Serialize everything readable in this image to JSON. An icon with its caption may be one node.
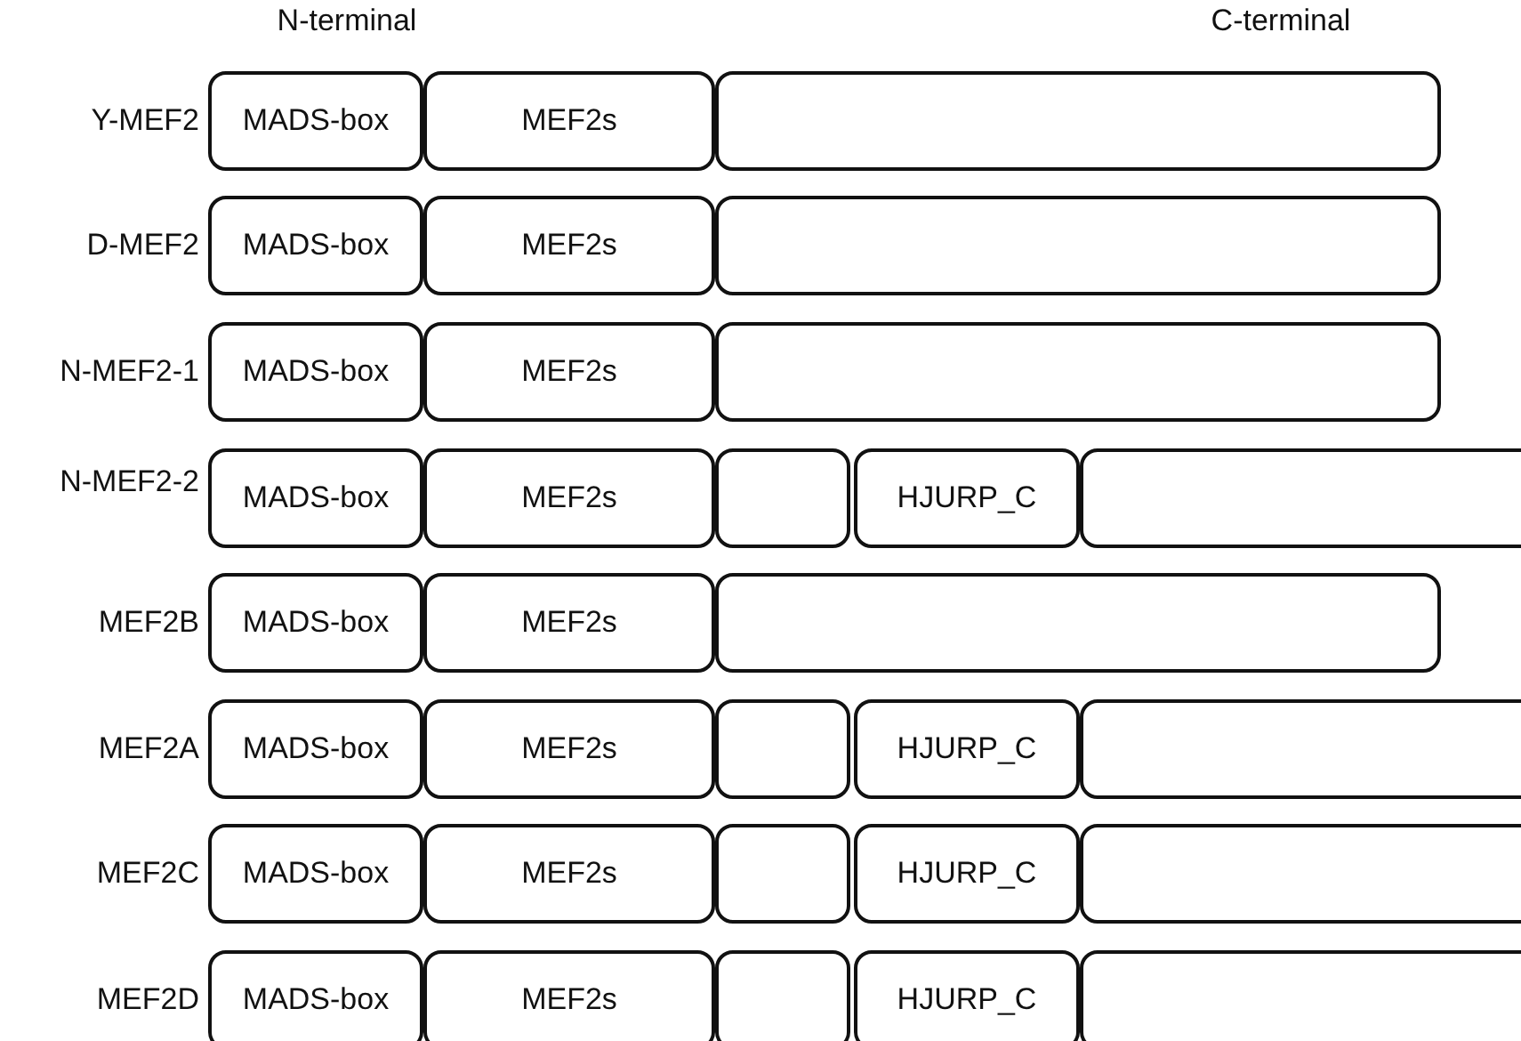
{
  "diagram": {
    "nodes": [
      {
        "text": [
          "MADS-box"
        ]
      },
      {
        "text": [
          "MEF2s"
        ]
      },
      {
        "text": [],
        "shape": "box"
      },
      {
        "text": [
          "MADS-box"
        ]
      },
      {
        "text": [
          "MEF2s"
        ]
      },
      {
        "text": [],
        "shape": "box"
      },
      {
        "text": [
          "MADS-box"
        ]
      },
      {
        "text": [
          "MEF2s"
        ]
      },
      {
        "text": [],
        "shape": "box"
      },
      {
        "text": [
          "MADS-box"
        ]
      },
      {
        "text": [
          "MEF2s"
        ]
      },
      {
        "text": [],
        "shape": "box"
      },
      {
        "text": [
          "HJURP_C"
        ]
      },
      {
        "text": [],
        "shape": "box"
      },
      {
        "text": [
          "MADS-box"
        ]
      },
      {
        "text": [
          "MEF2s"
        ]
      },
      {
        "text": [],
        "shape": "box"
      },
      {
        "text": [
          "MADS-box"
        ]
      },
      {
        "text": [
          "MEF2s"
        ]
      },
      {
        "text": [],
        "shape": "box"
      },
      {
        "text": [
          "HJURP_C"
        ]
      },
      {
        "text": [],
        "shape": "box"
      },
      {
        "text": [
          "MADS-box"
        ]
      },
      {
        "text": [
          "MEF2s"
        ]
      },
      {
        "text": [],
        "shape": "box"
      },
      {
        "text": [
          "HJURP_C"
        ]
      },
      {
        "text": [],
        "shape": "box"
      },
      {
        "text": [
          "MADS-box"
        ]
      },
      {
        "text": [
          "MEF2s"
        ]
      },
      {
        "text": [],
        "shape": "box"
      },
      {
        "text": [
          "HJURP_C"
        ]
      },
      {
        "text": [],
        "shape": "box"
      }
    ],
    "labels": [
      "N-terminal",
      "C-terminal",
      "Y-MEF2",
      "D-MEF2",
      "N-MEF2-1",
      "N-MEF2-2",
      "MEF2B",
      "MEF2A",
      "MEF2C",
      "MEF2D"
    ]
  }
}
